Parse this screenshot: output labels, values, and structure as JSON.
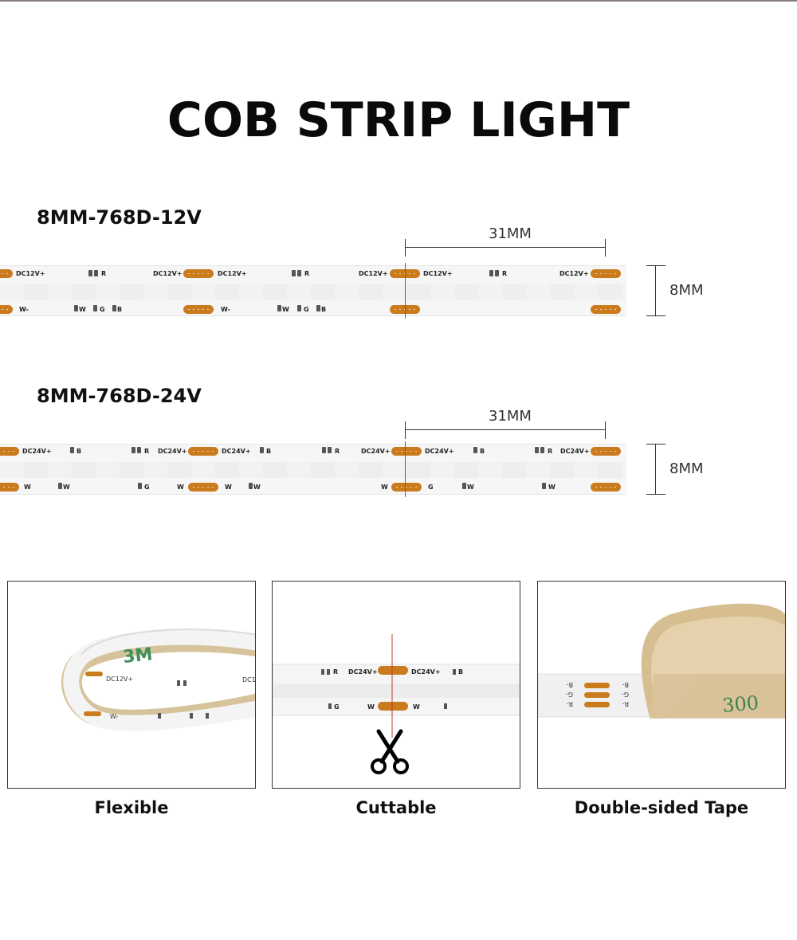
{
  "title": "COB STRIP LIGHT",
  "strips": [
    {
      "model": "8MM-768D-12V",
      "length_label": "31MM",
      "width_label": "8MM",
      "top_labels": [
        "DC12V+",
        "R",
        "DC12V+",
        "DC12V+",
        "R",
        "DC12V+",
        "DC12V+",
        "R",
        "DC12V+"
      ],
      "bottom_labels": [
        "W-",
        "W",
        "G",
        "B",
        "W-",
        "W",
        "G",
        "B"
      ]
    },
    {
      "model": "8MM-768D-24V",
      "length_label": "31MM",
      "width_label": "8MM",
      "top_labels": [
        "DC24V+",
        "B",
        "R",
        "DC24V+",
        "DC24V+",
        "B",
        "R",
        "DC24V+",
        "DC24V+",
        "B",
        "R",
        "DC24V+"
      ],
      "bottom_labels": [
        "W",
        "W",
        "G",
        "W",
        "W",
        "W",
        "W",
        "G",
        "W",
        "W"
      ]
    }
  ],
  "features": [
    {
      "caption": "Flexible",
      "strip_label": "DC12V+",
      "tape_text": "3M",
      "end_text": "DC1",
      "wire_label": "W-"
    },
    {
      "caption": "Cuttable",
      "labels_top": [
        "R",
        "DC24V+",
        "DC24V+",
        "B"
      ],
      "labels_bottom": [
        "G",
        "W",
        "W"
      ]
    },
    {
      "caption": "Double-sided Tape",
      "tape_text": "300",
      "pad_labels": [
        "B-",
        "G-",
        "R-"
      ]
    }
  ]
}
